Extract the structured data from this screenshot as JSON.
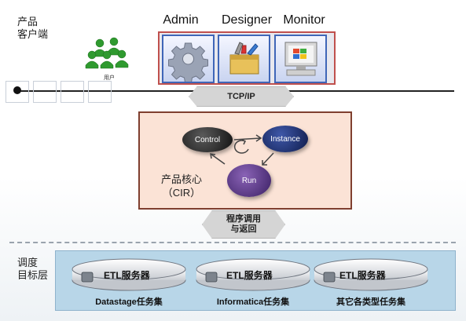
{
  "client": {
    "label_line1": "产品",
    "label_line2": "客户端",
    "user_label": "用户"
  },
  "tools": [
    {
      "label": "Admin",
      "icon": "gear-icon"
    },
    {
      "label": "Designer",
      "icon": "toolbox-icon"
    },
    {
      "label": "Monitor",
      "icon": "computer-monitor-icon"
    }
  ],
  "protocol": {
    "label": "TCP/IP"
  },
  "core": {
    "label_line1": "产品核心",
    "label_line2": "（CIR）",
    "nodes": {
      "control": "Control",
      "instance": "Instance",
      "run": "Run"
    }
  },
  "call": {
    "label_line1": "程序调用",
    "label_line2": "与返回"
  },
  "dispatch": {
    "label_line1": "调度",
    "label_line2": "目标层"
  },
  "etl": {
    "server_label": "ETL服务器",
    "sets": [
      "Datastage任务集",
      "Informatica任务集",
      "其它各类型任务集"
    ]
  },
  "colors": {
    "tool_border": "#c0504d",
    "core_border": "#7f3f2f",
    "etl_panel": "#b8d6e8"
  }
}
